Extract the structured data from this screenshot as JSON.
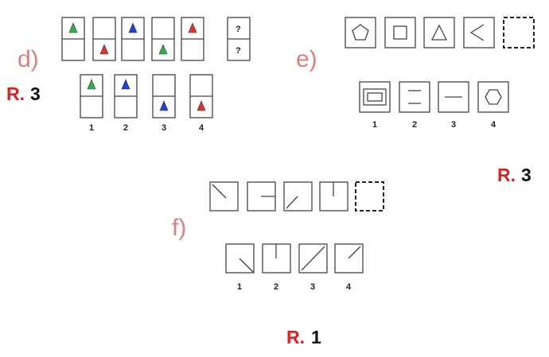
{
  "problem_d": {
    "label": "d)",
    "answer_prefix": "R.",
    "answer_value": "3",
    "unknown_top": "?",
    "unknown_bottom": "?",
    "option_numbers": [
      "1",
      "2",
      "3",
      "4"
    ],
    "colors": {
      "green": "#2bb34a",
      "red": "#e53030",
      "blue": "#2040d8"
    }
  },
  "problem_e": {
    "label": "e)",
    "answer_prefix": "R.",
    "answer_value": "3",
    "option_numbers": [
      "1",
      "2",
      "3",
      "4"
    ]
  },
  "problem_f": {
    "label": "f)",
    "answer_prefix": "R.",
    "answer_value": "1",
    "option_numbers": [
      "1",
      "2",
      "3",
      "4"
    ]
  }
}
